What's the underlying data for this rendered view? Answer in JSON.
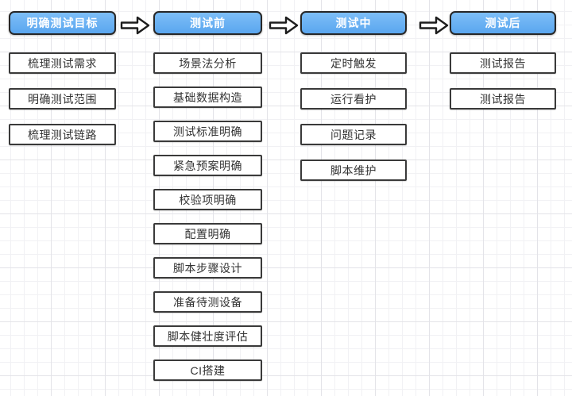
{
  "diagram": {
    "title": "",
    "columns": [
      {
        "header": "明确测试目标",
        "items": [
          "梳理测试需求",
          "明确测试范围",
          "梳理测试链路"
        ]
      },
      {
        "header": "测试前",
        "items": [
          "场景法分析",
          "基础数据构造",
          "测试标准明确",
          "紧急预案明确",
          "校验项明确",
          "配置明确",
          "脚本步骤设计",
          "准备待测设备",
          "脚本健壮度评估",
          "CI搭建"
        ]
      },
      {
        "header": "测试中",
        "items": [
          "定时触发",
          "运行看护",
          "问题记录",
          "脚本维护"
        ]
      },
      {
        "header": "测试后",
        "items": [
          "测试报告",
          "测试报告"
        ]
      }
    ],
    "arrow": {
      "name": "flow-arrow",
      "fill": "#ffffff",
      "stroke": "#1d1d1d"
    },
    "colors": {
      "header_fill_top": "#7dbef7",
      "header_fill_bottom": "#5aa6ef",
      "header_border": "#272727",
      "header_text": "#ffffff",
      "box_border": "#3a3a3a",
      "box_fill": "#ffffff",
      "box_text": "#333333",
      "grid_minor": "#f1f1f4",
      "grid_major": "#e3e3e8",
      "background": "#ffffff"
    }
  }
}
